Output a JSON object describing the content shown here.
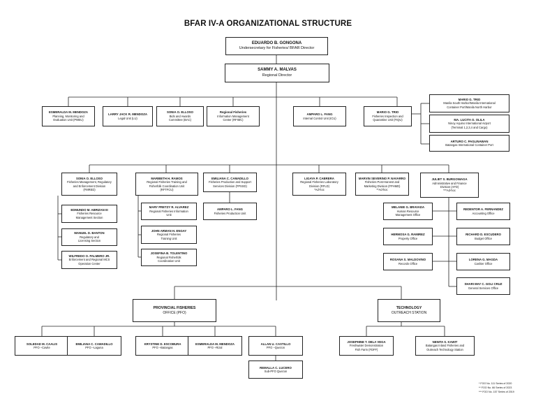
{
  "title": "BFAR IV-A ORGANIZATIONAL STRUCTURE",
  "head": {
    "name": "EDUARDO B. GONGONA",
    "lines": [
      "Undersecretary for Fisheries/ BFAR Director"
    ]
  },
  "rd": {
    "name": "SAMMY A. MALVAS",
    "lines": [
      "Regional Director"
    ]
  },
  "top_units": [
    {
      "name": "ESMERALDA M. MENDOZA",
      "lines": [
        "Planning, Monitoring and",
        "Evaluation Unit (PMEU)"
      ]
    },
    {
      "name": "LARRY JACK R. MENDOZA",
      "lines": [
        "Legal Unit (LU)"
      ]
    },
    {
      "name": "SONIA O. ELLOSO",
      "lines": [
        "Bids and Awards",
        "Committee (BAC)"
      ]
    },
    {
      "name": "Regional Fisheries",
      "lines": [
        "Information Management",
        "Center (RFIMC)"
      ]
    },
    {
      "name": "AMPARO L. FANG",
      "lines": [
        "Internal Control Unit (ICU)"
      ]
    },
    {
      "name": "MARIO G. TRIO",
      "lines": [
        "Fisheries Inspection and",
        "Quarantine Unit (FIQU)"
      ]
    }
  ],
  "fiqu_stations": [
    {
      "name": "MARIO G. TRIO",
      "lines": [
        "Manila South Harbor/Manila International",
        "Container Port/Manila North Harbor"
      ]
    },
    {
      "name": "MA. LUCITA O. OLILA",
      "lines": [
        "Ninoy Aquino International Airport",
        "(Terminal 1,2,3,4 and Cargo)"
      ]
    },
    {
      "name": "ARTURO C. PAGLINAWAN",
      "lines": [
        "Batangas International Container Port"
      ]
    }
  ],
  "divisions": [
    {
      "name": "SONIA O. ELLOSO",
      "lines": [
        "Fisheries Management, Regulatory",
        "and Enforcement Division",
        "(FMRED)"
      ]
    },
    {
      "name": "MARIBETH H. RAMOS",
      "lines": [
        "Regional Fisheries Training and",
        "Fisherfolk Coordination Unit",
        "(RFTFCU)"
      ]
    },
    {
      "name": "EMILIANA C. CAMADILLO",
      "lines": [
        "Fisheries Production and Support",
        "Services Division (FPSSD)"
      ]
    },
    {
      "name": "LIGAYA P. CABRERA",
      "lines": [
        "Regional Fisheries Laboratory",
        "Division (RFLD)",
        "*Ad-hoc"
      ]
    },
    {
      "name": "MARVIN SEVERINO P. NAVARRO",
      "lines": [
        "Fisheries Post-Harvest and",
        "Marketing Division (FPHMD)",
        "**Ad-hoc"
      ]
    },
    {
      "name": "JULIET S. BURGONIAGA",
      "lines": [
        "Administrative and Finance",
        "Division (AFD)",
        "***Ad-hoc"
      ]
    }
  ],
  "fmred_units": [
    {
      "name": "EDMUNDO M. ABRIZAN III",
      "lines": [
        "Fisheries Resource",
        "Management Section"
      ]
    },
    {
      "name": "MANUEL D. BANTON",
      "lines": [
        "Regulatory and",
        "Licensing Section"
      ]
    },
    {
      "name": "WILFREDO O. PALMERO JR.",
      "lines": [
        "Enforcement and Regional MCS",
        "Operation Center"
      ]
    }
  ],
  "rftfcu_units": [
    {
      "name": "MARY PRETZY R. ALVAREZ",
      "lines": [
        "Regional Fisheries Information",
        "Unit"
      ]
    },
    {
      "name": "JOHN ARMAN H. ENGAY",
      "lines": [
        "Regional Fisheries",
        "Training Unit"
      ]
    },
    {
      "name": "JOSEFINA B. TOLENTINO",
      "lines": [
        "Regional Fisherfolk",
        "Coordination Unit"
      ]
    }
  ],
  "fpssd_units": [
    {
      "name": "AMPARO L. FANG",
      "lines": [
        "Fisheries Production Unit"
      ]
    }
  ],
  "afd_left": [
    {
      "name": "MELANIE G. BRAVADA",
      "lines": [
        "Human Resource",
        "Management Office"
      ]
    },
    {
      "name": "HERMOSA G. RAMIREZ",
      "lines": [
        "Property Office"
      ]
    },
    {
      "name": "ROSANA S. MALDOVINO",
      "lines": [
        "Records Office"
      ]
    }
  ],
  "afd_right": [
    {
      "name": "REDENTOR A. FERNANDEZ",
      "lines": [
        "Accounting Office"
      ]
    },
    {
      "name": "RICHARD D. ESCUDERO",
      "lines": [
        "Budget Office"
      ]
    },
    {
      "name": "LORENA G. MAGDA",
      "lines": [
        "Cashier Office"
      ]
    },
    {
      "name": "SHARI MAY C. GOLI CRUZ",
      "lines": [
        "General Services Office"
      ]
    }
  ],
  "pfo": {
    "name": "PROVINCIAL FISHERIES",
    "lines": [
      "OFFICE (PFO)"
    ]
  },
  "tos": {
    "name": "TECHNOLOGY",
    "lines": [
      "OUTREACH STATION"
    ]
  },
  "pfo_units": [
    {
      "name": "SOLEDAD M. CAALIS",
      "lines": [
        "PFO –Cavite"
      ]
    },
    {
      "name": "EMILIANA C. CAMADILLO",
      "lines": [
        "PFO –Laguna"
      ]
    },
    {
      "name": "KRYSTINE D. ESCOBURA",
      "lines": [
        "PFO –Batangas"
      ]
    },
    {
      "name": "ESMERALDA M. MENDOZA",
      "lines": [
        "PFO –Rizal"
      ]
    },
    {
      "name": "ALLAN U. CASTILLO",
      "lines": [
        "PFO –Quezon"
      ]
    }
  ],
  "subpfo": {
    "name": "REMALLA C. LUCERO",
    "lines": [
      "Sub-PFO Quezon"
    ]
  },
  "tos_units": [
    {
      "name": "JOSEPHINE T. DELA VEGA",
      "lines": [
        "Freshwater Demonstration",
        "Fish Farm (FDFF)"
      ]
    },
    {
      "name": "NENITA S. KAWIT",
      "lines": [
        "Batangas Inland Fisheries and",
        "Outreach Technology Station"
      ]
    }
  ],
  "footnotes": [
    "*     FOO No. 111   Series of 2020",
    "**   FOO No. 66     Series of 2023",
    "***  FOO No. 157   Series of 2019"
  ]
}
